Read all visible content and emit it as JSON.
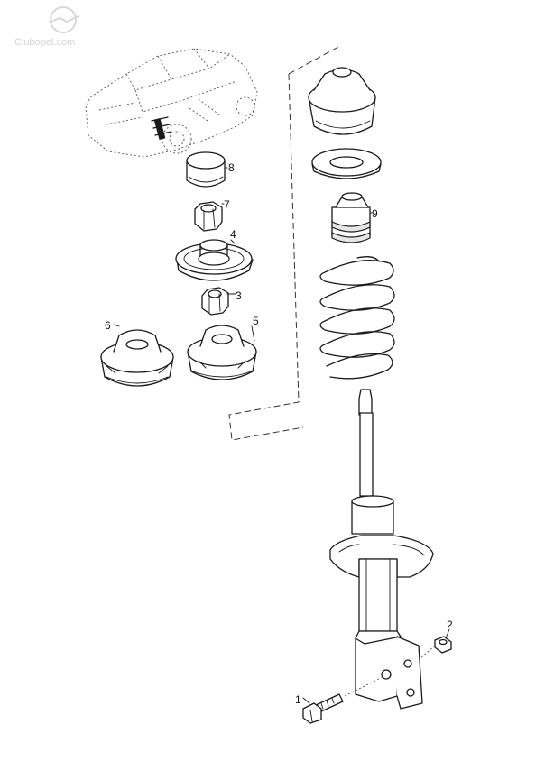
{
  "watermark": {
    "text": "Clubopel.com",
    "icon": "opel-logo-icon"
  },
  "callouts": [
    "1",
    "2",
    "3",
    "4",
    "5",
    "6",
    "7",
    "8",
    "9"
  ]
}
